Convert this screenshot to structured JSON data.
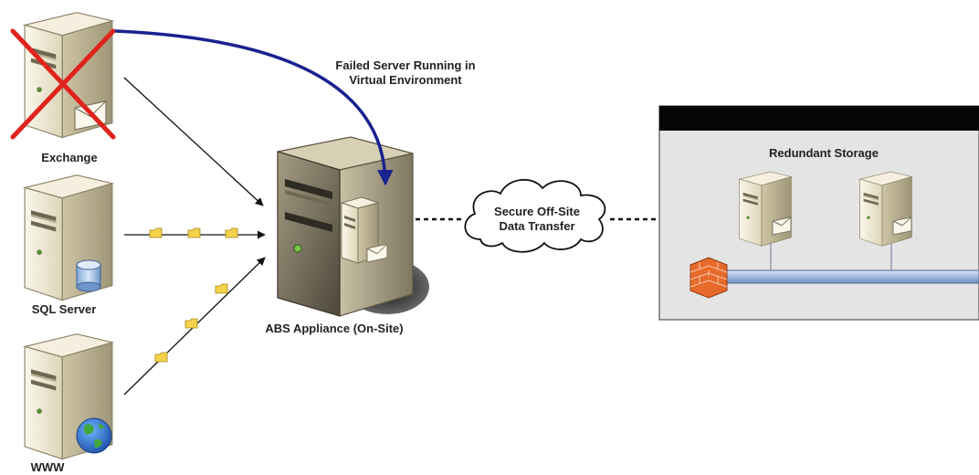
{
  "nodes": {
    "exchange": {
      "label": "Exchange",
      "failed": true
    },
    "sql": {
      "label": "SQL Server"
    },
    "www": {
      "label": "WWW"
    },
    "appliance": {
      "label": "ABS Appliance (On-Site)"
    },
    "offsite": {
      "label": "Redundant Storage"
    }
  },
  "annotations": {
    "failover_line1": "Failed Server Running in",
    "failover_line2": "Virtual Environment",
    "cloud_line1": "Secure Off-Site",
    "cloud_line2": "Data Transfer"
  },
  "colors": {
    "failover_arrow": "#1a2290",
    "failed_cross": "#e0231c",
    "server_body": "#efe9d4",
    "storage_bar": "#9fb8dc",
    "firewall": "#e86a2a",
    "page_background": "#ffffff"
  },
  "icons": [
    "server-icon",
    "envelope-icon",
    "database-icon",
    "globe-icon",
    "cloud-icon",
    "firewall-icon",
    "folder-icon"
  ]
}
